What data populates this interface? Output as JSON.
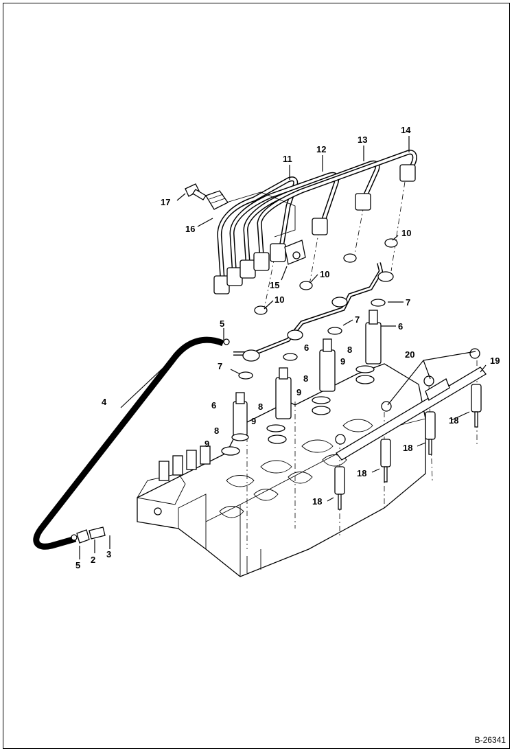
{
  "figure": {
    "reference_code": "B-26341"
  },
  "callouts": [
    {
      "id": "c2",
      "text": "2"
    },
    {
      "id": "c3",
      "text": "3"
    },
    {
      "id": "c4",
      "text": "4"
    },
    {
      "id": "c5a",
      "text": "5"
    },
    {
      "id": "c5b",
      "text": "5"
    },
    {
      "id": "c6a",
      "text": "6"
    },
    {
      "id": "c6b",
      "text": "6"
    },
    {
      "id": "c6c",
      "text": "6"
    },
    {
      "id": "c7a",
      "text": "7"
    },
    {
      "id": "c7b",
      "text": "7"
    },
    {
      "id": "c7c",
      "text": "7"
    },
    {
      "id": "c8a",
      "text": "8"
    },
    {
      "id": "c8b",
      "text": "8"
    },
    {
      "id": "c8c",
      "text": "8"
    },
    {
      "id": "c8d",
      "text": "8"
    },
    {
      "id": "c9a",
      "text": "9"
    },
    {
      "id": "c9b",
      "text": "9"
    },
    {
      "id": "c9c",
      "text": "9"
    },
    {
      "id": "c9d",
      "text": "9"
    },
    {
      "id": "c10a",
      "text": "10"
    },
    {
      "id": "c10b",
      "text": "10"
    },
    {
      "id": "c10c",
      "text": "10"
    },
    {
      "id": "c11",
      "text": "11"
    },
    {
      "id": "c12",
      "text": "12"
    },
    {
      "id": "c13",
      "text": "13"
    },
    {
      "id": "c14",
      "text": "14"
    },
    {
      "id": "c15",
      "text": "15"
    },
    {
      "id": "c16",
      "text": "16"
    },
    {
      "id": "c17",
      "text": "17"
    },
    {
      "id": "c18a",
      "text": "18"
    },
    {
      "id": "c18b",
      "text": "18"
    },
    {
      "id": "c18c",
      "text": "18"
    },
    {
      "id": "c18d",
      "text": "18"
    },
    {
      "id": "c19",
      "text": "19"
    },
    {
      "id": "c20",
      "text": "20"
    }
  ]
}
